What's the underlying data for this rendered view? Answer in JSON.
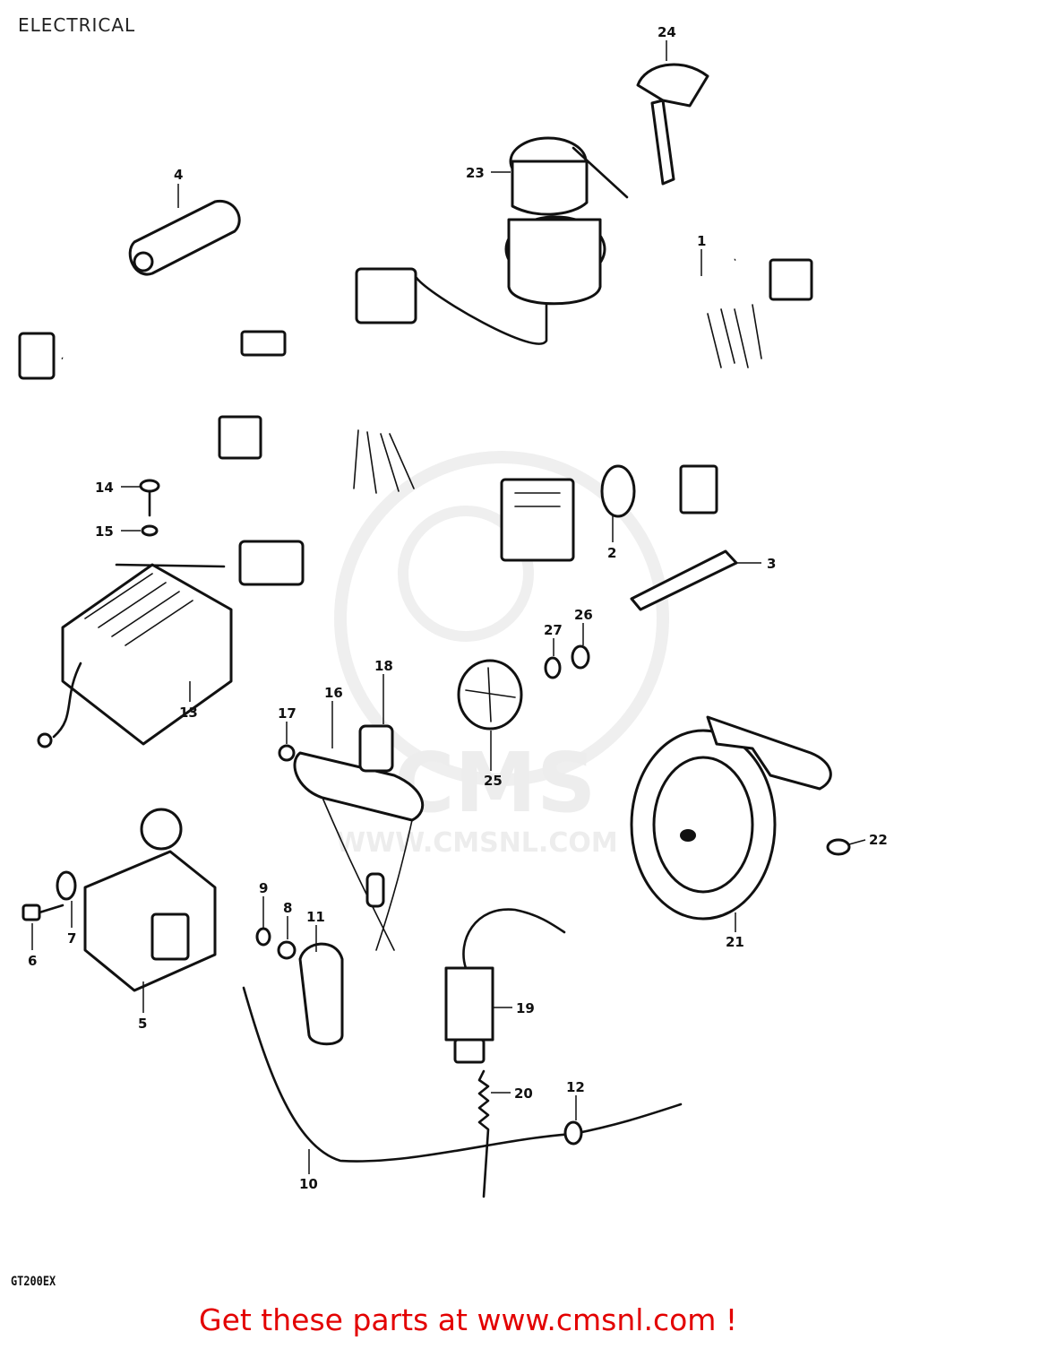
{
  "header": {
    "title": "ELECTRICAL"
  },
  "watermark": {
    "brand": "CMS",
    "url": "WWW.CMSNL.COM"
  },
  "footer": {
    "code": "GT200EX",
    "cta": "Get these parts at www.cmsnl.com !"
  },
  "callouts": [
    "1",
    "2",
    "3",
    "4",
    "5",
    "6",
    "7",
    "8",
    "9",
    "10",
    "11",
    "12",
    "13",
    "14",
    "15",
    "16",
    "17",
    "18",
    "19",
    "20",
    "21",
    "22",
    "23",
    "24",
    "25",
    "26",
    "27"
  ],
  "colors": {
    "line": "#111111",
    "cta": "#e30000",
    "watermark": "#ededed"
  }
}
